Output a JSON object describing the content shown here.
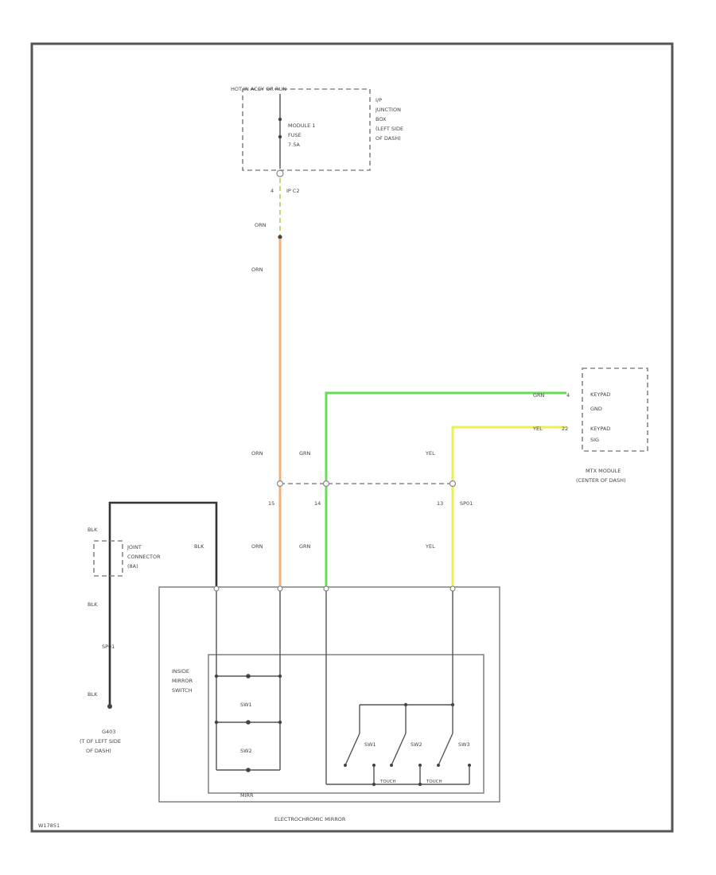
{
  "header": {
    "power_label": "HOT IN ACCY OR RUN",
    "junction_label_1": "I/P",
    "junction_label_2": "JUNCTION",
    "junction_label_3": "BOX",
    "junction_label_4": "(LEFT SIDE",
    "junction_label_5": "OF DASH)",
    "fuse_label_1": "MODULE 1",
    "fuse_label_2": "FUSE",
    "fuse_label_3": "7.5A",
    "connector_pin": "4",
    "connector_id": "IP C2"
  },
  "wires": {
    "orn_1": "ORN",
    "orn_2": "ORN",
    "orn_3": "ORN",
    "orn_4": "ORN",
    "grn_1": "GRN",
    "grn_2": "GRN",
    "grn_3": "GRN",
    "yel_1": "YEL",
    "yel_2": "YEL",
    "yel_3": "YEL",
    "blk_1": "BLK",
    "blk_2": "BLK",
    "blk_3": "BLK",
    "blk_4": "BLK"
  },
  "pins": {
    "grn_pin": "4",
    "yel_pin": "22",
    "orn_pin": "15",
    "grn_pin2": "14",
    "yel_pin2": "13",
    "splice": "SP01",
    "splice_bottom": "SP01"
  },
  "module": {
    "keypad_gnd_1": "KEYPAD",
    "keypad_gnd_2": "GND",
    "keypad_sig_1": "KEYPAD",
    "keypad_sig_2": "SIG",
    "name_1": "MTX MODULE",
    "name_2": "(CENTER OF DASH)"
  },
  "joint": {
    "line_1": "JOINT",
    "line_2": "CONNECTOR",
    "line_3": "(8A)"
  },
  "ground": {
    "id": "G403",
    "line_2": "(T OF LEFT SIDE",
    "line_3": "OF DASH)"
  },
  "mirror": {
    "label_1": "INSIDE",
    "label_2": "MIRROR",
    "label_3": "SWITCH",
    "sw1": "SW1",
    "sw2": "SW2",
    "sw1b": "SW1",
    "sw2b": "SW2",
    "sw3": "SW3",
    "touch_1": "TOUCH",
    "touch_2": "TOUCH",
    "mirror_bottom": "MIRR",
    "name": "ELECTROCHROMIC MIRROR"
  },
  "footer": {
    "ref_code": "W17851"
  },
  "colors": {
    "orn": "#f5b07a",
    "grn": "#66dd55",
    "yel": "#eeee55",
    "blk": "#333333"
  }
}
